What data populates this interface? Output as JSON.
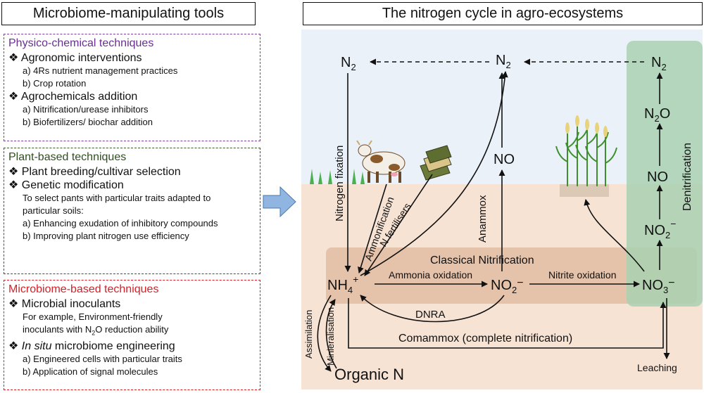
{
  "left_title": "Microbiome-manipulating tools",
  "right_title": "The nitrogen cycle in agro-ecosystems",
  "physico": {
    "title": "Physico-chemical techniques",
    "h1": "Agronomic interventions",
    "a1": "a) 4Rs nutrient management practices",
    "b1": "b) Crop rotation",
    "h2": "Agrochemicals addition",
    "a2": "a) Nitrification/urease inhibitors",
    "b2": "b) Biofertilizers/ biochar addition"
  },
  "plant": {
    "title": "Plant-based techniques",
    "h1": "Plant breeding/cultivar selection",
    "h2": "Genetic modification",
    "p1": "To select pants with particular traits adapted to particular soils:",
    "a": "a) Enhancing exudation of inhibitory compounds",
    "b": "b) Improving plant nitrogen use efficiency"
  },
  "micro": {
    "title": "Microbiome-based techniques",
    "h1": "Microbial inoculants",
    "p1a": "For example, Environment-friendly",
    "p1b": "inoculants with N",
    "p1b_sub": "2",
    "p1b_end": "O reduction ability",
    "h2_italic": "In situ",
    "h2_rest": " microbiome engineering",
    "a": "a) Engineered cells with particular traits",
    "b": "b) Application of signal molecules"
  },
  "diagram": {
    "n2_left": "N",
    "n2_mid": "N",
    "n2_right": "N",
    "sub2": "2",
    "no_mid": "NO",
    "n2o_n": "N",
    "n2o_o": "O",
    "no_right": "NO",
    "no2_right": "NO",
    "no2_right_sup": "−",
    "nh4": "NH",
    "nh4_sub": "4",
    "nh4_sup": "+",
    "no2_center": "NO",
    "no2_center_sup": "−",
    "no3": "NO",
    "no3_sub": "3",
    "no3_sup": "−",
    "organic_n": "Organic N",
    "nitrogen_fixation": "Nitrogen fixation",
    "ammonification": "Ammonification",
    "n_fertilisers": "N fertilisers",
    "anammox": "Anammox",
    "classical_nitrification": "Classical Nitrification",
    "ammonia_oxidation": "Ammonia oxidation",
    "nitrite_oxidation": "Nitrite oxidation",
    "dnra": "DNRA",
    "comammox": "Comammox (complete nitrification)",
    "assimilation": "Assimilation",
    "mineralisation": "Minieralisation",
    "leaching": "Leaching",
    "denitrification": "Denitrification"
  },
  "colors": {
    "sky": "#eaf1f8",
    "soil": "#f7e3d4",
    "nitrification_band": "#e2bca2",
    "denitrification_panel": "#b9d9be",
    "physico_border": "#7a3fa0",
    "plant_border": "#3a5a2a",
    "micro_border": "#d81f26",
    "arrow_blue": "#8fb5e0"
  }
}
